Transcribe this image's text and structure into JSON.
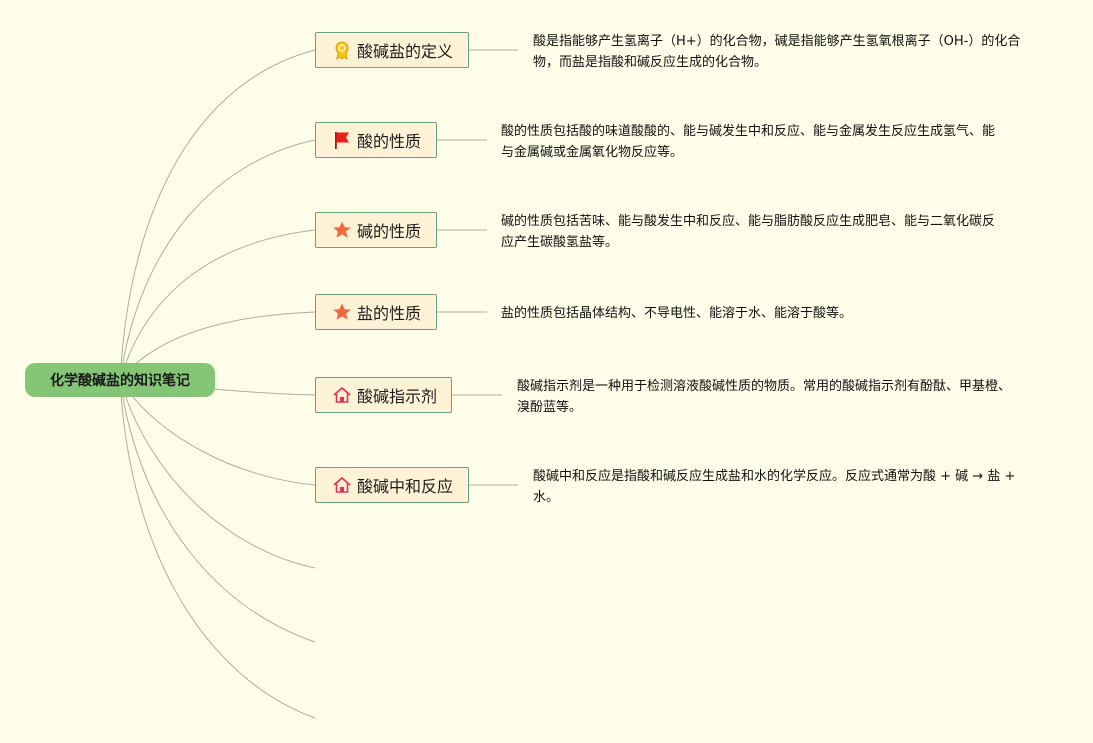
{
  "root": {
    "label": "化学酸碱盐的知识笔记"
  },
  "topics": [
    {
      "label": "酸碱盐的定义",
      "icon": "award-medal-icon",
      "note": "酸是指能够产生氢离子（H+）的化合物，碱是指能够产生氢氧根离子（OH-）的化合物，而盐是指酸和碱反应生成的化合物。"
    },
    {
      "label": "酸的性质",
      "icon": "red-flag-icon",
      "note": "酸的性质包括酸的味道酸酸的、能与碱发生中和反应、能与金属发生反应生成氢气、能与金属碱或金属氧化物反应等。"
    },
    {
      "label": "碱的性质",
      "icon": "orange-star-icon",
      "note": "碱的性质包括苦味、能与酸发生中和反应、能与脂肪酸反应生成肥皂、能与二氧化碳反应产生碳酸氢盐等。"
    },
    {
      "label": "盐的性质",
      "icon": "orange-star-icon",
      "note": "盐的性质包括晶体结构、不导电性、能溶于水、能溶于酸等。"
    },
    {
      "label": "酸碱指示剂",
      "icon": "home-icon",
      "note": "酸碱指示剂是一种用于检测溶液酸碱性质的物质。常用的酸碱指示剂有酚酞、甲基橙、溴酚蓝等。"
    },
    {
      "label": "酸碱中和反应",
      "icon": "home-icon",
      "note": "酸碱中和反应是指酸和碱反应生成盐和水的化学反应。反应式通常为酸 + 碱 → 盐 + 水。"
    }
  ],
  "colors": {
    "root_fill": "#84c576",
    "topic_fill": "#fdf1d6",
    "topic_border": "#6d9f86",
    "connector": "#b3ad9c",
    "background": "#fefde9"
  }
}
